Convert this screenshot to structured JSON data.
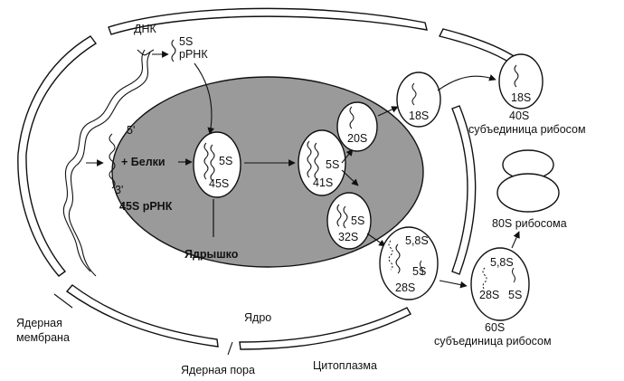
{
  "labels": {
    "dna": "ДНК",
    "rrna5s_a": "5S",
    "rrna5s_b": "рРНК",
    "end5": "5'",
    "end3": "3'",
    "proteins": "+ Белки",
    "rrna45s": "45S рРНК",
    "nucleolus": "Ядрышко",
    "nuclear_membrane_a": "Ядерная",
    "nuclear_membrane_b": "мембрана",
    "nucleus": "Ядро",
    "nuclear_pore": "Ядерная пора",
    "cytoplasm": "Цитоплазма",
    "s40_a": "40S",
    "s40_b": "субъединица рибосом",
    "ribosome80s": "80S рибосома",
    "s60_a": "60S",
    "s60_b": "субъединица рибосом"
  },
  "particles": {
    "p45": [
      "5S",
      "45S"
    ],
    "p41": [
      "5S",
      "41S"
    ],
    "p20": [
      "20S"
    ],
    "p32": [
      "5S",
      "32S"
    ],
    "p28": [
      "5,8S",
      "5S",
      "28S"
    ],
    "p18": [
      "18S"
    ],
    "p18out": [
      "18S"
    ],
    "p60": [
      "5,8S",
      "28S",
      "5S"
    ]
  },
  "colors": {
    "nucleolus_fill": "#9a9a9a",
    "stroke": "#111111",
    "background": "#ffffff"
  }
}
